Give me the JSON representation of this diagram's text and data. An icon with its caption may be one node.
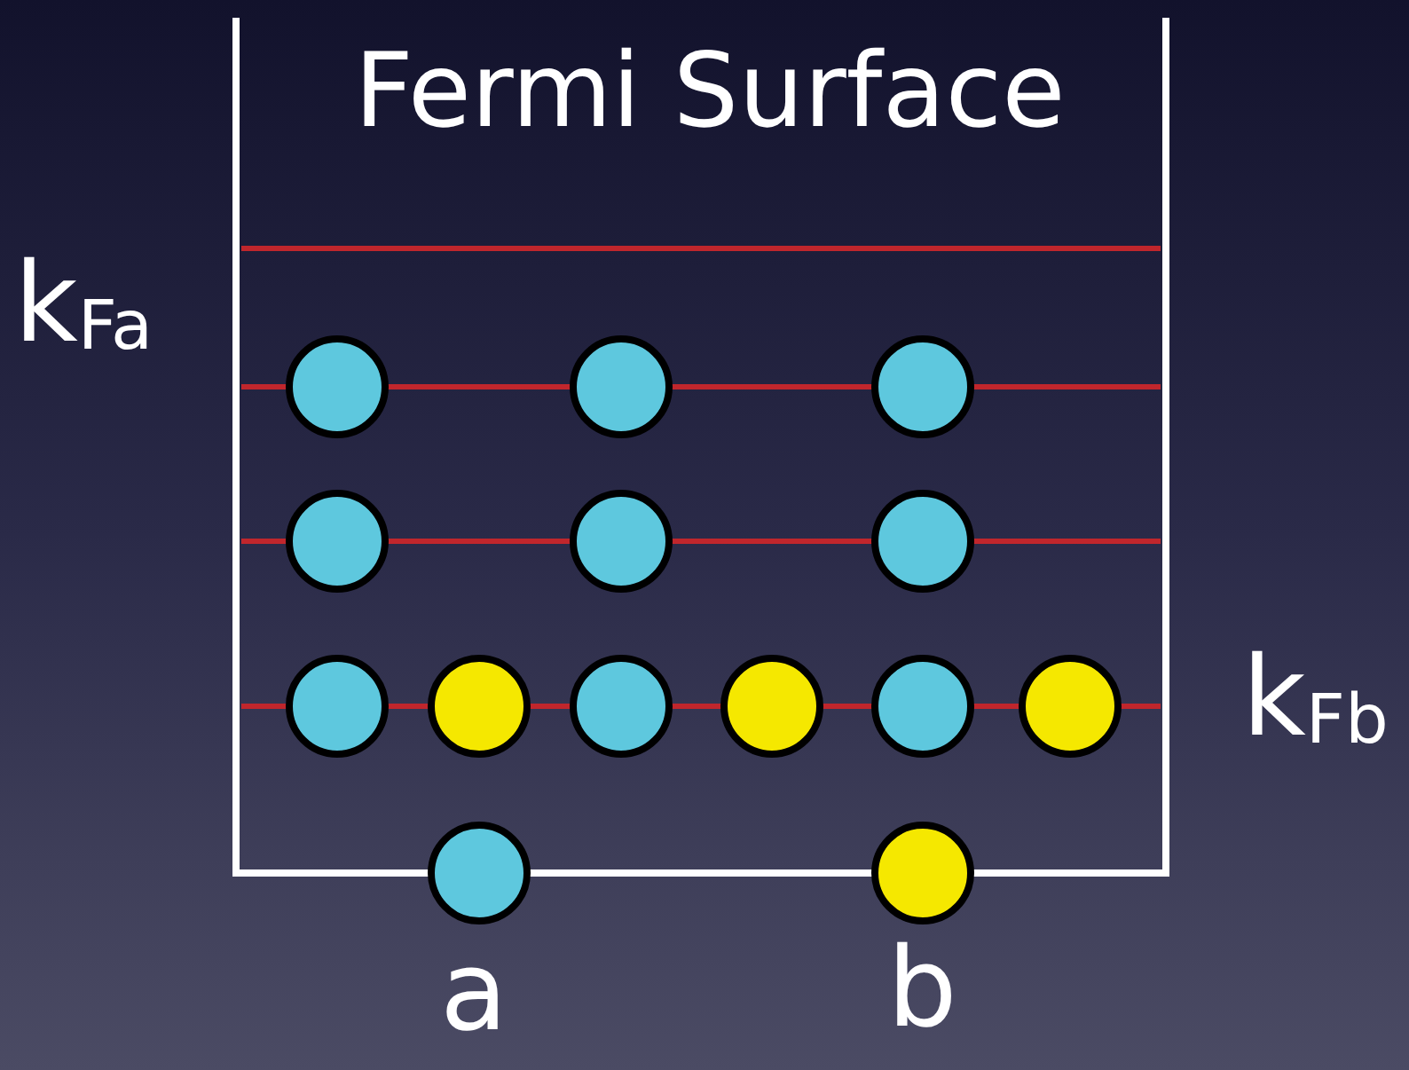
{
  "diagram": {
    "title": "Fermi Surface",
    "labels": [
      "k$_{Fa}$",
      "k$_{Fb}$",
      "a",
      "b"
    ]
  }
}
